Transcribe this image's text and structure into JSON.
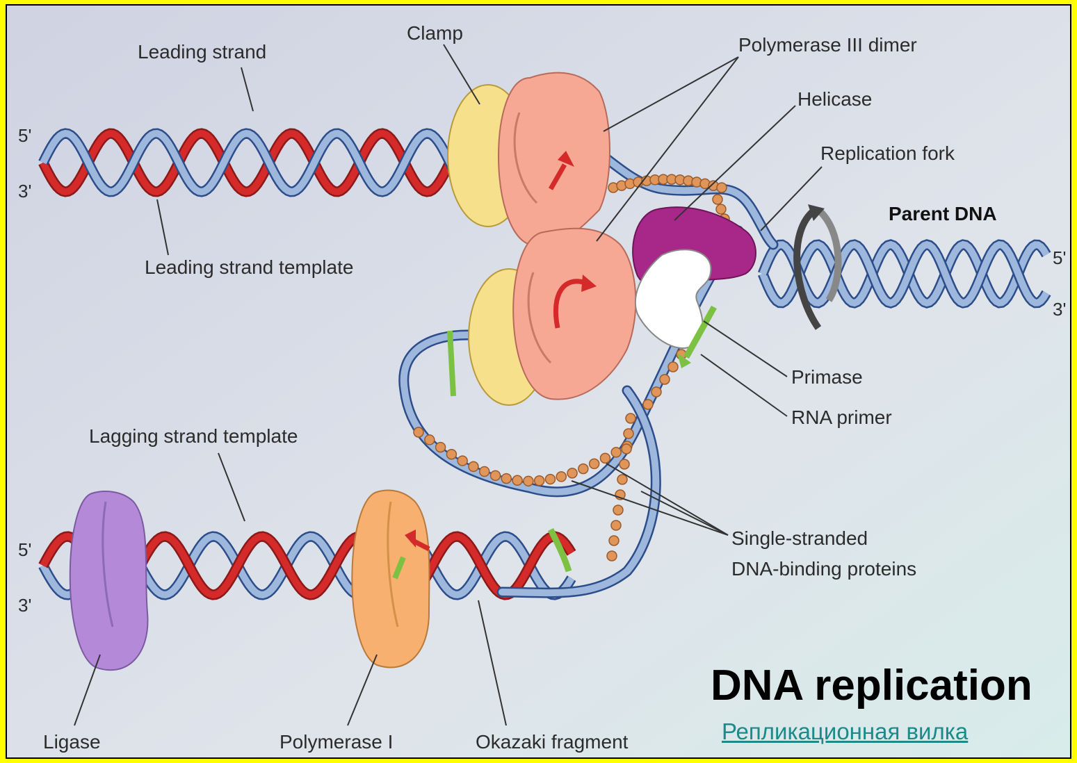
{
  "labels": {
    "leading_strand": "Leading strand",
    "clamp": "Clamp",
    "polymerase_iii": "Polymerase III dimer",
    "helicase": "Helicase",
    "replication_fork": "Replication fork",
    "parent_dna": "Parent DNA",
    "leading_template": "Leading strand template",
    "primase": "Primase",
    "rna_primer": "RNA primer",
    "lagging_template": "Lagging strand template",
    "ssb_line1": "Single-stranded",
    "ssb_line2": "DNA-binding proteins",
    "ligase": "Ligase",
    "polymerase_i": "Polymerase I",
    "okazaki": "Okazaki fragment"
  },
  "ends": {
    "top_left_5": "5'",
    "top_left_3": "3'",
    "right_5": "5'",
    "right_3": "3'",
    "bottom_left_5": "5'",
    "bottom_left_3": "3'"
  },
  "title": "DNA replication",
  "link": "Репликационная вилка",
  "colors": {
    "page_border": "#ffff00",
    "dna_blue": "#9db8dc",
    "dna_red": "#d42a2a",
    "primer_green": "#7cc142",
    "polymerase_iii": "#f6a894",
    "clamp": "#f6e08c",
    "helicase": "#a8288a",
    "ligase": "#b48ad8",
    "polymerase_i": "#f8b070",
    "ssb": "#e0955a",
    "link": "#1a8a8a"
  }
}
